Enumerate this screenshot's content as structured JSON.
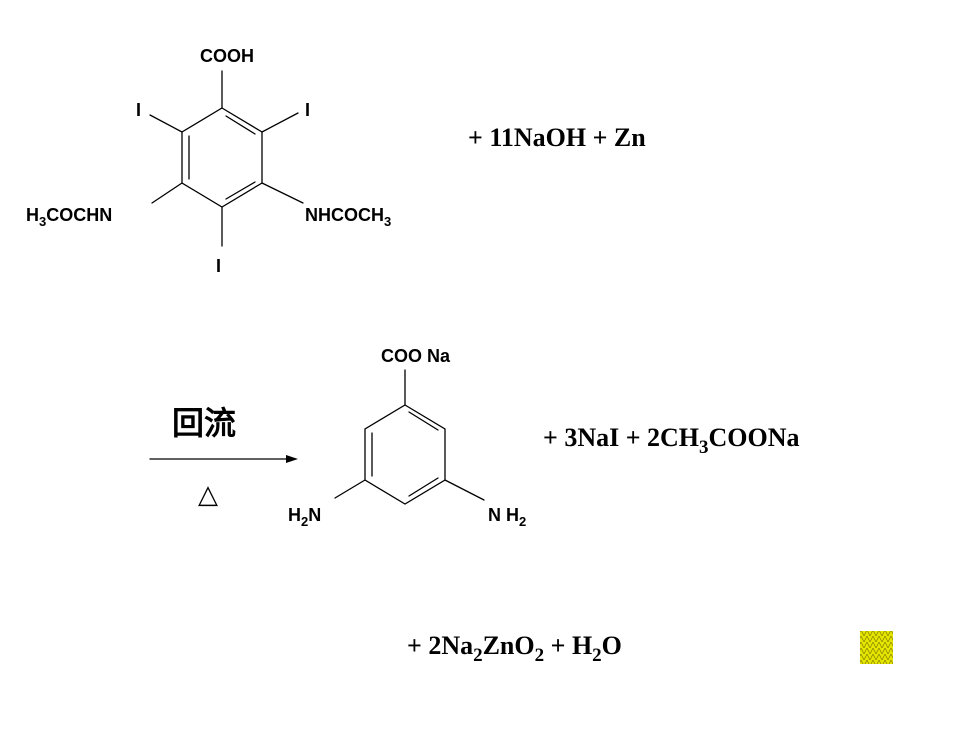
{
  "reactant": {
    "cooh": "COOH",
    "iodine": "I",
    "left_group": "H",
    "left_sub": "3",
    "left_rest": "COCHN",
    "right_group": "NHCOCH",
    "right_sub": "3"
  },
  "reagents_1": [
    {
      "t": "+  11NaOH  +  Zn"
    }
  ],
  "arrow": {
    "condition_top": "回流",
    "condition_bottom": "△"
  },
  "product": {
    "coona": "COO Na",
    "nh2_left_h": "H",
    "nh2_left_sub": "2",
    "nh2_left_n": "N",
    "nh2_right_n": "N H",
    "nh2_right_sub": "2"
  },
  "byproducts_1": [
    {
      "t": "+  3NaI  +  2CH"
    },
    {
      "t": "3",
      "sub": true
    },
    {
      "t": "COONa"
    }
  ],
  "byproducts_2": [
    {
      "t": "+  2Na"
    },
    {
      "t": "2",
      "sub": true
    },
    {
      "t": "ZnO"
    },
    {
      "t": "2",
      "sub": true
    },
    {
      "t": "  +  H"
    },
    {
      "t": "2",
      "sub": true
    },
    {
      "t": "O"
    }
  ],
  "colors": {
    "ink": "#000000",
    "background": "#ffffff",
    "deco": "#e6e600"
  }
}
